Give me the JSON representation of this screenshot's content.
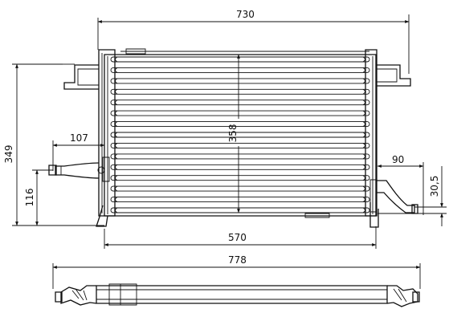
{
  "dimensions": {
    "overall_width": "730",
    "height": "349",
    "core_height": "358",
    "inlet_offset": "107",
    "outlet_offset": "90",
    "pipe_height": "116",
    "outlet_height": "30,5",
    "core_width": "570",
    "total_length": "778"
  },
  "colors": {
    "line": "#111111",
    "background": "#ffffff"
  }
}
